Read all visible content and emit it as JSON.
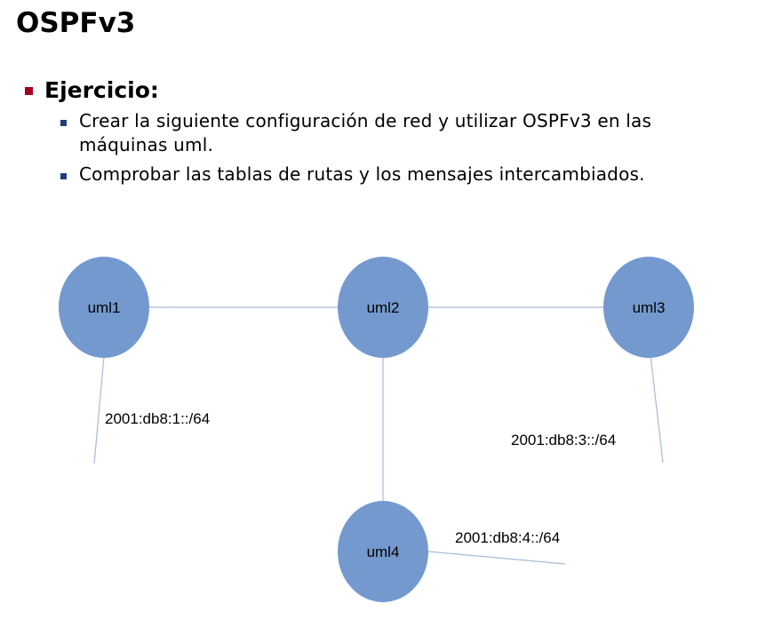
{
  "title": "OSPFv3",
  "section": {
    "label": "Ejercicio:",
    "items": [
      "Crear la siguiente configuración de red y utilizar OSPFv3 en las máquinas uml.",
      "Comprobar las tablas de rutas y los mensajes intercambiados."
    ]
  },
  "diagram": {
    "nodes": {
      "uml1": "uml1",
      "uml2": "uml2",
      "uml3": "uml3",
      "uml4": "uml4"
    },
    "networks": {
      "net1": "2001:db8:1::/64",
      "net3": "2001:db8:3::/64",
      "net4": "2001:db8:4::/64"
    },
    "colors": {
      "node_fill": "#7499cf",
      "link_line": "#a6bbd8",
      "section_bullet": "#a50021",
      "item_bullet": "#1f3f7a"
    }
  }
}
